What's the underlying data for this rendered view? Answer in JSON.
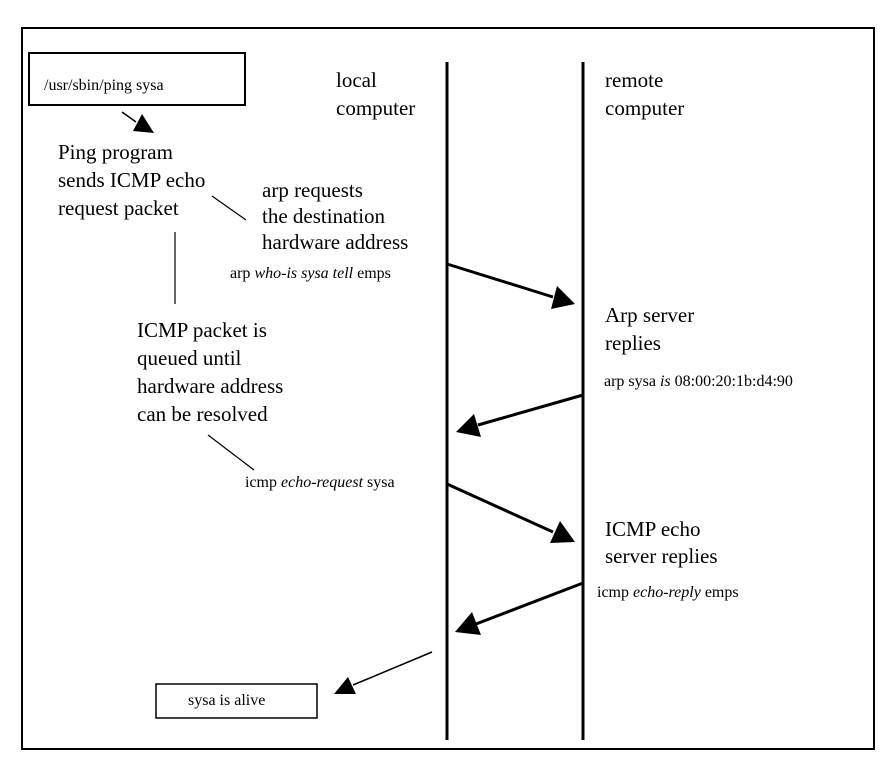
{
  "command_box": "/usr/sbin/ping sysa",
  "columns": {
    "local": [
      "local",
      "computer"
    ],
    "remote": [
      "remote",
      "computer"
    ]
  },
  "notes": {
    "ping": [
      "Ping program",
      "sends ICMP echo",
      "request packet"
    ],
    "arp_request": [
      "arp requests",
      "the destination",
      "hardware address"
    ],
    "queued": [
      "ICMP packet is",
      "queued until",
      "hardware address",
      "can be resolved"
    ],
    "arp_reply": [
      "Arp server",
      "replies"
    ],
    "icmp_reply": [
      "ICMP echo",
      "server replies"
    ]
  },
  "messages": {
    "arp_who_has": {
      "a": "arp ",
      "b": "who-is sysa tell",
      "c": " emps"
    },
    "arp_is": {
      "a": "arp sysa ",
      "b": "is",
      "c": " 08:00:20:1b:d4:90"
    },
    "icmp_request": {
      "a": "icmp ",
      "b": "echo-request",
      "c": " sysa"
    },
    "icmp_reply": {
      "a": "icmp ",
      "b": "echo-reply",
      "c": " emps"
    }
  },
  "result_box": "sysa is alive"
}
